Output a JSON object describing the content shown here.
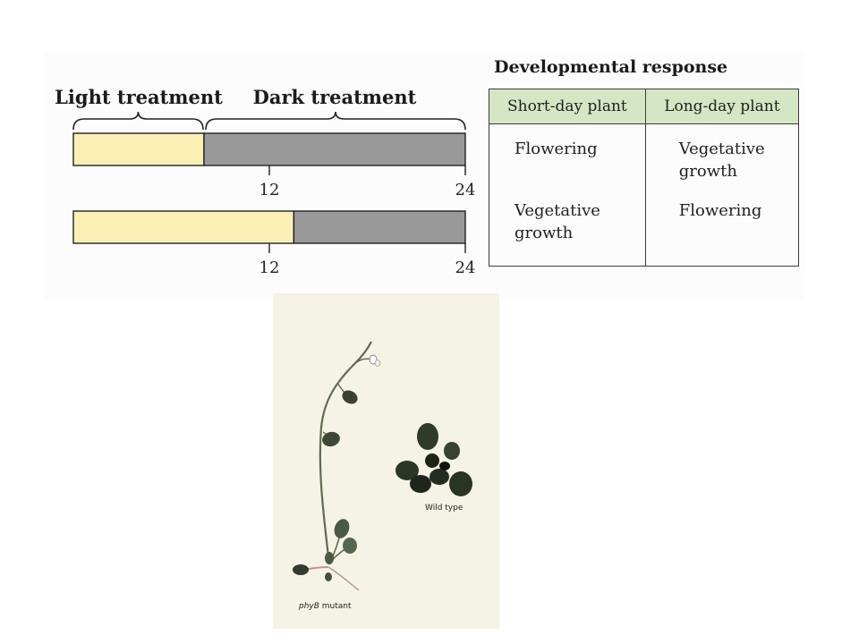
{
  "treatments": {
    "light_label": "Light treatment",
    "dark_label": "Dark treatment",
    "axis_max_hours": 24,
    "bars": [
      {
        "light_hours": 8,
        "ticks": [
          "12",
          "24"
        ]
      },
      {
        "light_hours": 13.5,
        "ticks": [
          "12",
          "24"
        ]
      }
    ]
  },
  "response": {
    "title": "Developmental response",
    "headers": [
      "Short-day plant",
      "Long-day plant"
    ],
    "rows": [
      [
        "Flowering",
        "Vegetative\ngrowth"
      ],
      [
        "Vegetative\ngrowth",
        "Flowering"
      ]
    ]
  },
  "photo": {
    "caption_mutant_gene": "phyB",
    "caption_mutant_suffix": " mutant",
    "caption_wild": "Wild type"
  },
  "colors": {
    "light": "#fbefb6",
    "dark": "#999999",
    "header_bg": "#d4e6c4"
  }
}
